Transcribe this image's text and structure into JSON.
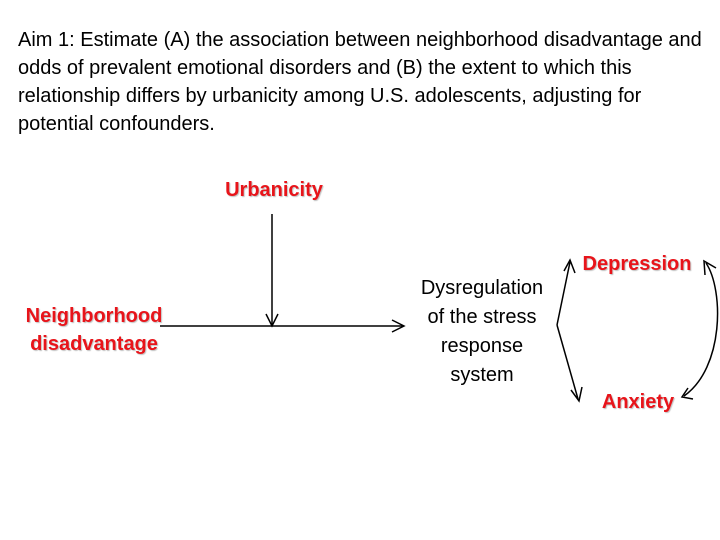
{
  "aim_text": "Aim 1: Estimate (A) the association between neighborhood disadvantage and odds of prevalent emotional disorders and (B) the extent to which this relationship differs by urbanicity among U.S. adolescents, adjusting for potential confounders.",
  "nodes": {
    "urbanicity": "Urbanicity",
    "neighborhood_line1": "Neighborhood",
    "neighborhood_line2": "disadvantage",
    "dysregulation_lines": [
      "Dysregulation",
      "of the stress",
      "response",
      "system"
    ],
    "depression": "Depression",
    "anxiety": "Anxiety"
  },
  "colors": {
    "label_red": "#e8141a",
    "text": "#000000"
  }
}
